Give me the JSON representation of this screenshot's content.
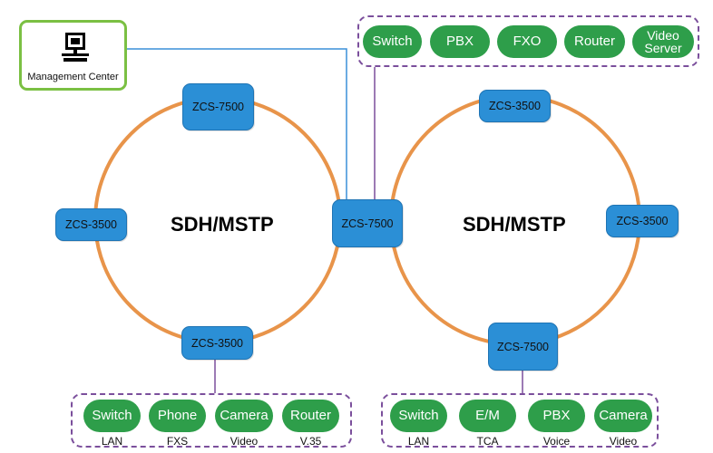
{
  "management": {
    "label": "Management Center",
    "icon": "computer-icon"
  },
  "rings": [
    {
      "title": "SDH/MSTP"
    },
    {
      "title": "SDH/MSTP"
    }
  ],
  "nodes": {
    "left_top": "ZCS-7500",
    "left_left": "ZCS-3500",
    "left_bottom": "ZCS-3500",
    "center": "ZCS-7500",
    "right_top": "ZCS-3500",
    "right_right": "ZCS-3500",
    "right_bottom": "ZCS-7500"
  },
  "top_group": [
    "Switch",
    "PBX",
    "FXO",
    "Router",
    "Video Server"
  ],
  "bottom_left_group": [
    {
      "label": "Switch",
      "sub": "LAN"
    },
    {
      "label": "Phone",
      "sub": "FXS"
    },
    {
      "label": "Camera",
      "sub": "Video"
    },
    {
      "label": "Router",
      "sub": "V.35"
    }
  ],
  "bottom_right_group": [
    {
      "label": "Switch",
      "sub": "LAN"
    },
    {
      "label": "E/M",
      "sub": "TCA"
    },
    {
      "label": "PBX",
      "sub": "Voice"
    },
    {
      "label": "Camera",
      "sub": "Video"
    }
  ],
  "colors": {
    "ring": "#e8944a",
    "node": "#2b8fd6",
    "pill": "#2e9e4a",
    "group_border": "#7b4f9c",
    "mgmt_border": "#7bc043",
    "mgmt_link": "#3a8fd8"
  }
}
